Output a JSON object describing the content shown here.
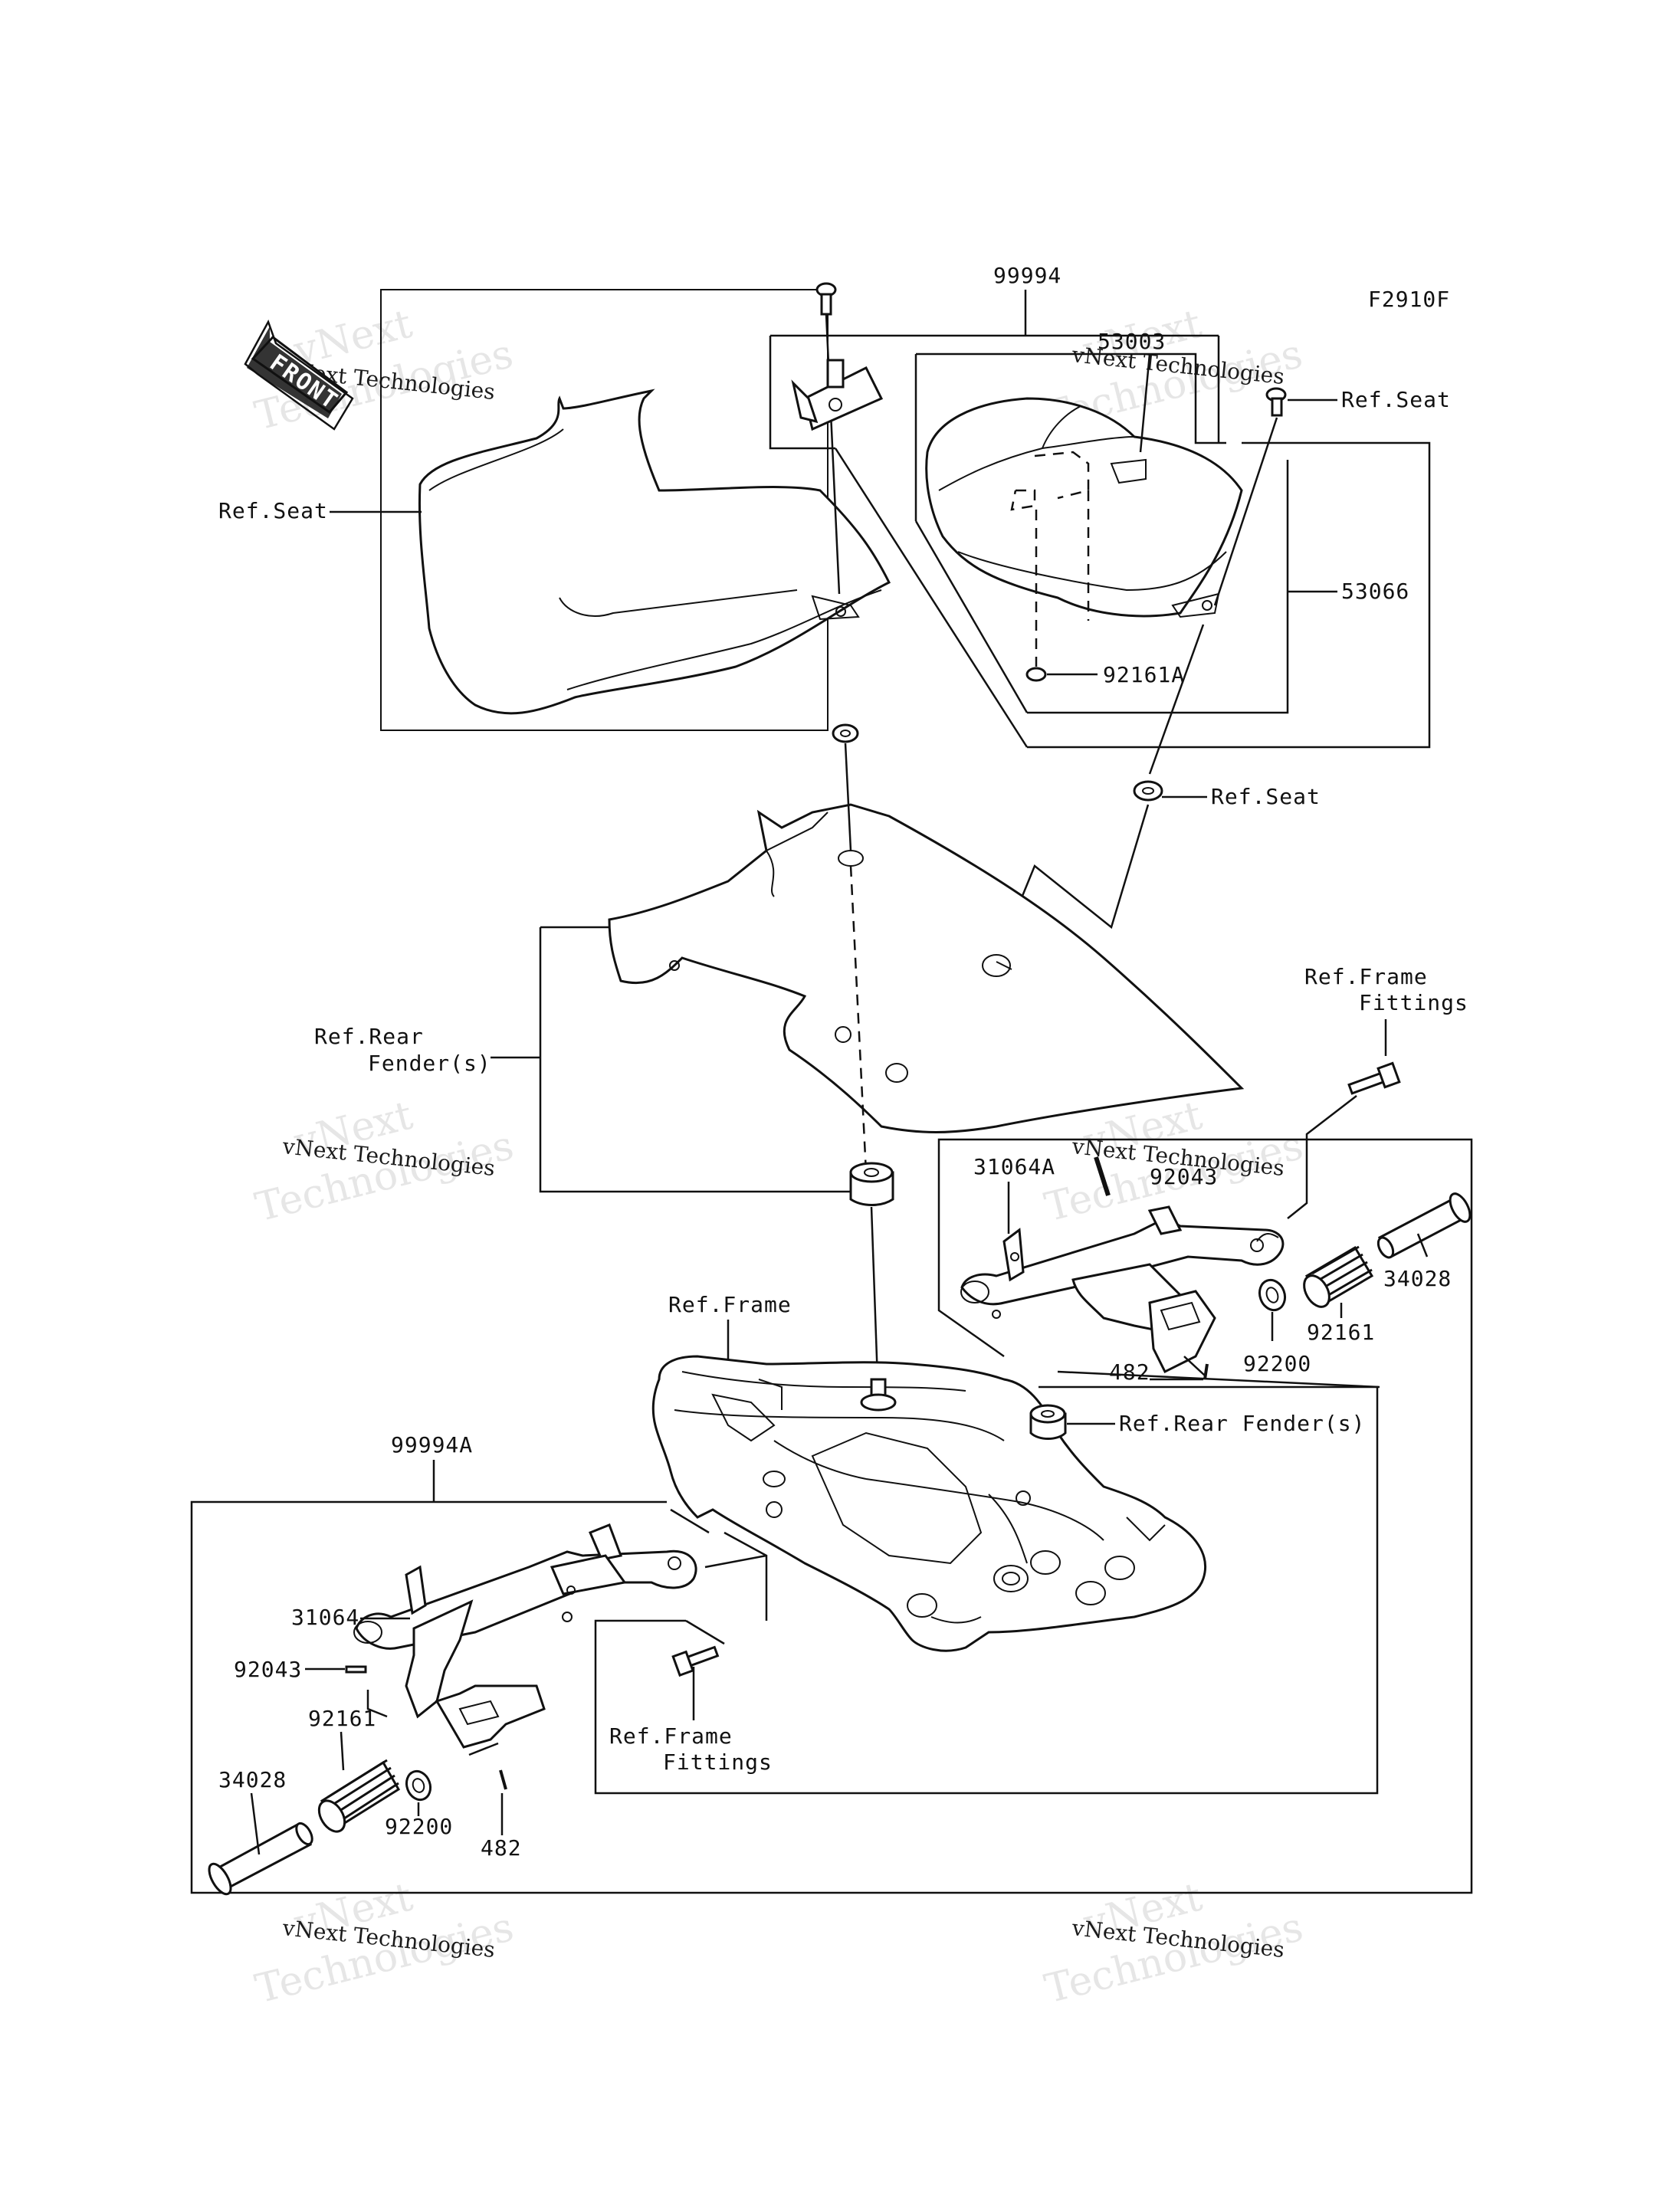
{
  "diagram": {
    "figure_code": "F2910F",
    "front_badge": "FRONT",
    "labels": {
      "p99994": "99994",
      "p53003": "53003",
      "p53066": "53066",
      "p92161A": "92161A",
      "ref_seat_left": "Ref.Seat",
      "ref_seat_bolt": "Ref.Seat",
      "ref_seat_washer": "Ref.Seat",
      "ref_rear_fender_l1": "Ref.Rear",
      "ref_rear_fender_l2": "Fender(s)",
      "ref_frame_fittings_top_l1": "Ref.Frame",
      "ref_frame_fittings_top_l2": "Fittings",
      "p31064A": "31064A",
      "p92043_top": "92043",
      "p34028_right": "34028",
      "p92161_right": "92161",
      "p92200_right": "92200",
      "p482_right": "482",
      "ref_frame": "Ref.Frame",
      "ref_rear_fender_mid": "Ref.Rear Fender(s)",
      "p99994A": "99994A",
      "p31064": "31064",
      "p92043_left": "92043",
      "p92161_left": "92161",
      "p34028_left": "34028",
      "p92200_left": "92200",
      "p482_left": "482",
      "ref_frame_fittings_bot_l1": "Ref.Frame",
      "ref_frame_fittings_bot_l2": "Fittings"
    },
    "watermark": {
      "line1": "vNext",
      "line2": "Technologies",
      "caption": "vNext Technologies"
    }
  }
}
